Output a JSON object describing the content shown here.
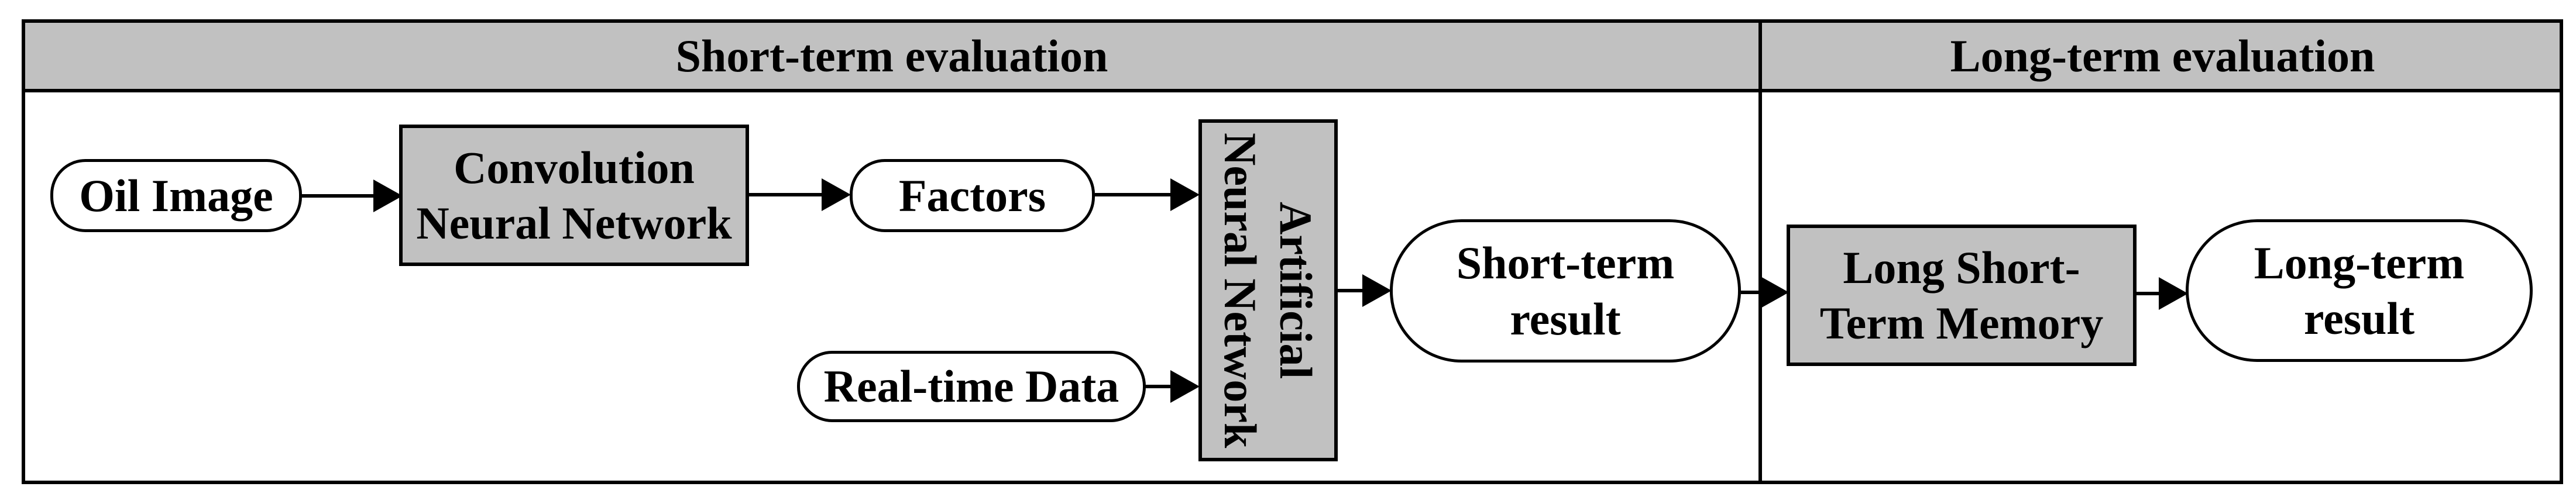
{
  "title": "Oil evaluation neural-network pipeline diagram",
  "header": {
    "left_label": "Short-term evaluation",
    "right_label": "Long-term evaluation"
  },
  "nodes": {
    "oil_image": {
      "label": "Oil Image",
      "shape": "stadium",
      "fill": "#ffffff"
    },
    "cnn": {
      "line1": "Convolution",
      "line2": "Neural Network",
      "shape": "rect",
      "fill": "#c1c1c1"
    },
    "factors": {
      "label": "Factors",
      "shape": "stadium",
      "fill": "#ffffff"
    },
    "real_time_data": {
      "label": "Real-time Data",
      "shape": "stadium",
      "fill": "#ffffff"
    },
    "ann": {
      "line1": "Artificial",
      "line2": "Neural Network",
      "shape": "rect-vertical-text",
      "fill": "#c1c1c1"
    },
    "short_term_result": {
      "line1": "Short-term",
      "line2": "result",
      "shape": "stadium",
      "fill": "#ffffff"
    },
    "lstm": {
      "line1": "Long Short-",
      "line2": "Term Memory",
      "shape": "rect",
      "fill": "#c1c1c1"
    },
    "long_term_result": {
      "line1": "Long-term",
      "line2": "result",
      "shape": "stadium",
      "fill": "#ffffff"
    }
  },
  "edges": [
    {
      "from": "oil_image",
      "to": "cnn"
    },
    {
      "from": "cnn",
      "to": "factors"
    },
    {
      "from": "factors",
      "to": "ann"
    },
    {
      "from": "real_time_data",
      "to": "ann"
    },
    {
      "from": "ann",
      "to": "short_term_result"
    },
    {
      "from": "short_term_result",
      "to": "lstm"
    },
    {
      "from": "lstm",
      "to": "long_term_result"
    }
  ],
  "colors": {
    "background": "#ffffff",
    "border": "#000000",
    "gray_fill": "#c1c1c1",
    "text": "#000000"
  }
}
